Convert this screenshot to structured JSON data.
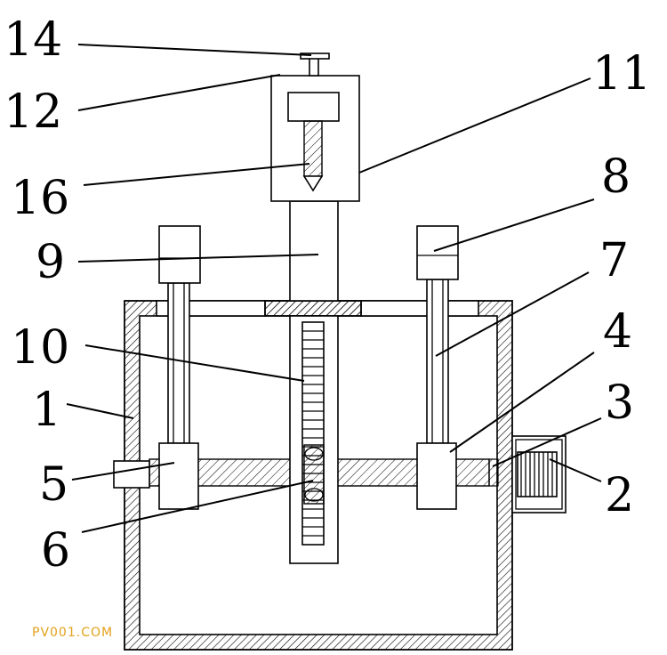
{
  "callouts": {
    "c14": "14",
    "c12": "12",
    "c16": "16",
    "c9": "9",
    "c10": "10",
    "c1": "1",
    "c5": "5",
    "c6": "6",
    "c11": "11",
    "c8": "8",
    "c7": "7",
    "c4": "4",
    "c3": "3",
    "c2": "2"
  },
  "watermark": "PV001.COM",
  "colors": {
    "line": "#000000",
    "background": "#ffffff",
    "watermark": "#e2a11b"
  }
}
